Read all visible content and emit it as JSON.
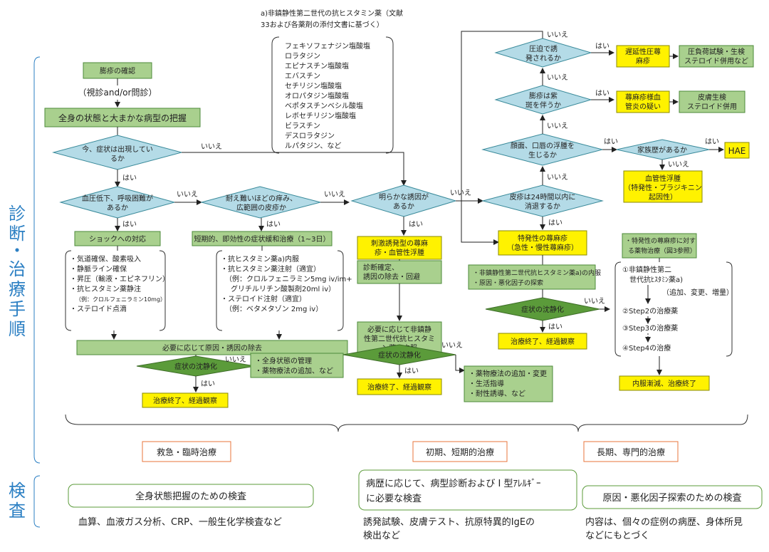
{
  "side": {
    "diag": [
      "診",
      "断",
      "・",
      "治",
      "療",
      "手",
      "順"
    ],
    "exam": [
      "検",
      "査"
    ]
  },
  "footnote": [
    "a)非鎮静性第二世代の抗ヒスタミン薬（文献",
    "33および各薬剤の添付文書に基づく）"
  ],
  "drugs": [
    "フェキソフェナジン塩酸塩",
    "ロラタジン",
    "エピナスチン塩酸塩",
    "エバスチン",
    "セチリジン塩酸塩",
    "オロパタジン塩酸塩",
    "ベポタスチンベシル酸塩",
    "レボセチリジン塩酸塩",
    "ビラスチン",
    "デスロラタジン",
    "ルパタジン、など"
  ],
  "left": {
    "confirm": "膨疹の確認",
    "method": "（視診and/or問診）",
    "grasp": "全身の状態と大まかな病型の把握",
    "d_now": [
      "今、症状は出現してい",
      "るか"
    ],
    "d_bp": [
      "血圧低下、呼吸困難が",
      "あるか"
    ],
    "d_itch": [
      "耐え難いほどの痒み、",
      "広範囲の皮疹か"
    ],
    "shock": "ショックへの対応",
    "shock_list": [
      "・気道確保、酸素吸入",
      "・静脈ライン確保",
      "・昇圧（輸液・エピネフリン）",
      "・抗ヒスタミン薬静注",
      "（例：クロルフェニラミン10mg）",
      "・ステロイド点滴"
    ],
    "short": "短期的、即効性の症状緩和治療（1~3日）",
    "short_list": [
      "・抗ヒスタミン薬a)内服",
      "・抗ヒスタミン薬注射（適宜）",
      "（例：クロルフェニラミン5mg iv/im+",
      "グリチルリチン酸製剤20ml iv）",
      "・ステロイド注射（適宜）",
      "（例：ベタメタゾン 2mg iv）"
    ],
    "remove": "必要に応じて原因・誘因の除去",
    "d_calm": "症状の沈静化",
    "mgmt": [
      "・全身状態の管理",
      "・薬物療法の追加、など"
    ],
    "end": "治療終了、経過観察"
  },
  "mid": {
    "d_cause": [
      "明らかな誘因が",
      "あるか"
    ],
    "stim": [
      "刺激誘発型の蕁麻",
      "疹・血管性浮腫"
    ],
    "confirm": [
      "診断確定、",
      "誘因の除去・回避"
    ],
    "antih": [
      "必要に応じて非鎮静",
      "性第二世代抗ヒスタミ",
      "ン薬a)内服"
    ],
    "d_calm": "症状の沈静化",
    "end": "治療終了、経過観察",
    "add_list": [
      "・薬物療法の追加・変更",
      "・生活指導",
      "・耐性誘導、など"
    ]
  },
  "right": {
    "d_press": [
      "圧迫で誘",
      "発されるか"
    ],
    "d_purple": [
      "膨疹は紫",
      "斑を伴うか"
    ],
    "d_face": [
      "顔面、口唇の浮腫を",
      "生じるか"
    ],
    "d_24": [
      "皮疹は24時間以内に",
      "消退するか"
    ],
    "d_family": "家族歴があるか",
    "delayed": [
      "遅延性圧蕁",
      "麻疹"
    ],
    "delayed_test": [
      "圧負荷試験・生検",
      "ステロイド併用など"
    ],
    "vasculitis": [
      "蕁麻疹様血",
      "管炎の疑い"
    ],
    "vasc_test": [
      "皮膚生検",
      "ステロイド併用"
    ],
    "hae": "HAE",
    "angio": [
      "血管性浮腫",
      "（特発性・ブラジキニン",
      "起因性）"
    ],
    "spont": [
      "特発性の蕁麻疹",
      "（急性・慢性蕁麻疹）"
    ],
    "spont_list": [
      "・非鎮静性第二世代抗ヒスタミン薬a)の内服",
      "・原因・悪化因子の探索"
    ],
    "d_calm": "症状の沈静化",
    "end": "治療終了、経過観察",
    "drug_tx": [
      "・特発性の蕁麻疹に対す",
      "る薬物治療（図3参照）"
    ],
    "steps": [
      "①非鎮静性第二",
      "世代抗ﾋｽﾀﾐﾝ薬a)",
      "（追加、変更、増量）",
      "②Step2の治療薬",
      "③Step3の治療薬",
      "④Step4の治療"
    ],
    "taper": "内服漸減、治療終了"
  },
  "yn": {
    "yes": "はい",
    "no": "いいえ"
  },
  "phases": [
    "救急・臨時治療",
    "初期、短期的治療",
    "長期、専門的治療"
  ],
  "exams": {
    "e1": "全身状態把握のための検査",
    "e1_desc": "血算、血液ガス分析、CRP、一般生化学検査など",
    "e2": [
      "病歴に応じて、病型診断および I 型ｱﾚﾙｷﾞｰ",
      "に必要な検査"
    ],
    "e2_desc": [
      "誘発試験、皮膚テスト、抗原特異的IgEの",
      "検出など"
    ],
    "e3": "原因・悪化因子探索のための検査",
    "e3_desc": [
      "内容は、個々の症例の病歴、身体所見",
      "などにもとづく"
    ]
  },
  "colors": {
    "green": "#a9d08e",
    "yellow": "#fff200",
    "diamond": "#b4dbe7",
    "dark_green": "#5b9b3a",
    "orange": "#e8743b",
    "side": "#2b7fc3",
    "box_border": "#4c8a3a"
  }
}
